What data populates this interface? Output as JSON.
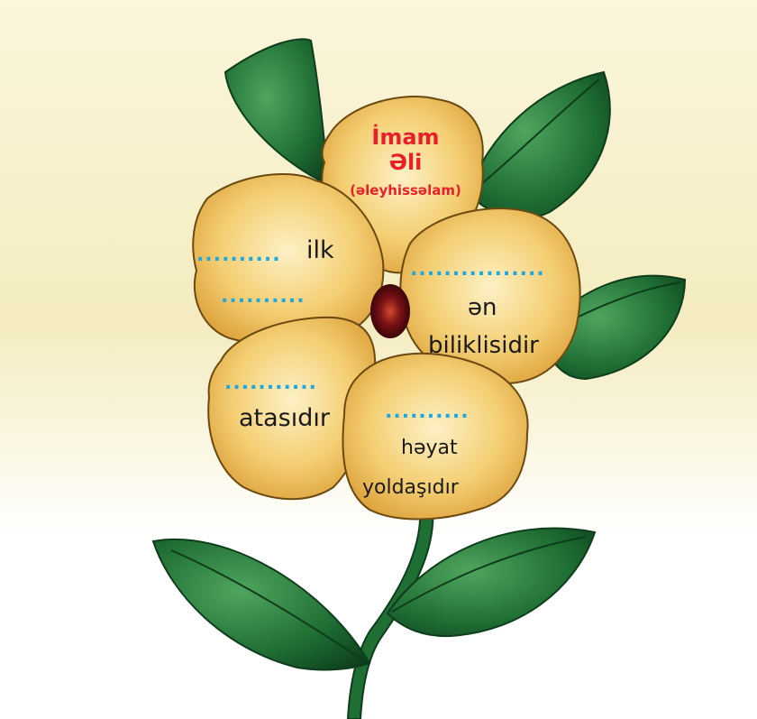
{
  "colors": {
    "background_top": "#f6f0c6",
    "petal": "#f1c35e",
    "petal_light": "#fdf0c2",
    "petal_outline": "#6b4a12",
    "leaf": "#1f6e34",
    "leaf_dark": "#0d3d1c",
    "center": "#6e0f14",
    "title_red": "#e8202a",
    "blank_blue": "#1fa8e0"
  },
  "center_petal": {
    "line1": "İmam",
    "line2": "Əli",
    "line3": "(əleyhissəlam)"
  },
  "petals": {
    "left_top": {
      "blank1": "..........",
      "word": "ilk",
      "blank2": ".........."
    },
    "right": {
      "blank": "................",
      "line1": "ən",
      "line2": "biliklisidir"
    },
    "left_bottom": {
      "blank": "...........",
      "word": "atasıdır"
    },
    "bottom": {
      "blank": "..........",
      "line1": "həyat",
      "line2": "yoldaşıdır"
    }
  }
}
